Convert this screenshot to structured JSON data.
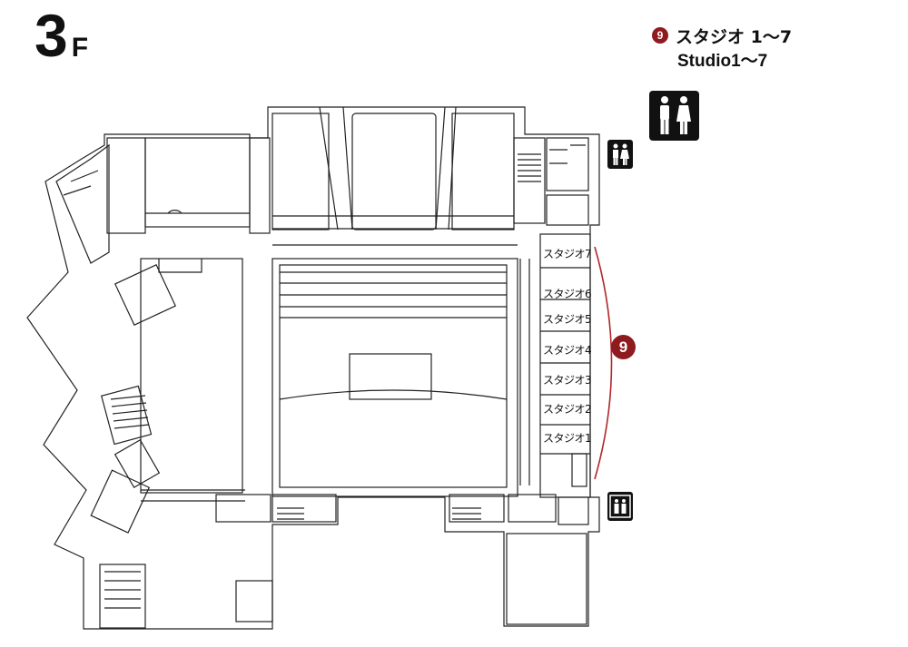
{
  "floor": {
    "number": "3",
    "suffix": "F"
  },
  "legend": {
    "badge": "9",
    "label_ja": "スタジオ 1〜7",
    "label_en": "Studio1〜7",
    "badge_color": "#8e1b1f"
  },
  "studios": [
    {
      "label": "スタジオ7"
    },
    {
      "label": "スタジオ6"
    },
    {
      "label": "スタジオ5"
    },
    {
      "label": "スタジオ4"
    },
    {
      "label": "スタジオ3"
    },
    {
      "label": "スタジオ2"
    },
    {
      "label": "スタジオ1"
    }
  ],
  "map_badge": "9",
  "icons": {
    "legend_restroom": "restroom-icon",
    "map_restroom": "restroom-icon",
    "map_elevator": "elevator-icon"
  }
}
